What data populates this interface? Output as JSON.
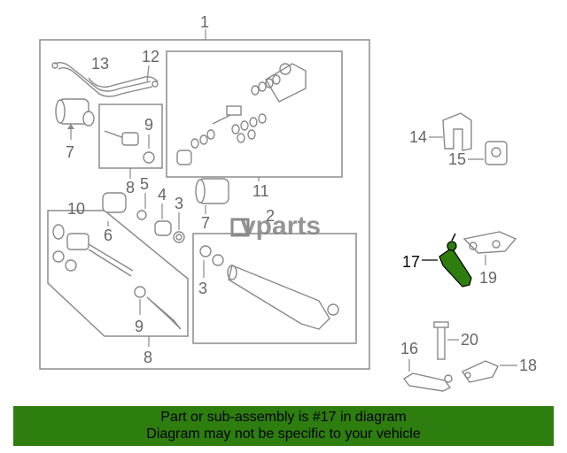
{
  "diagram": {
    "watermark": "vparts",
    "callouts": {
      "c1": "1",
      "c2": "2",
      "c3a": "3",
      "c3b": "3",
      "c4": "4",
      "c5": "5",
      "c6": "6",
      "c7a": "7",
      "c7b": "7",
      "c8a": "8",
      "c8b": "8",
      "c9a": "9",
      "c9b": "9",
      "c10": "10",
      "c11": "11",
      "c12": "12",
      "c13": "13",
      "c14": "14",
      "c15": "15",
      "c16": "16",
      "c17": "17",
      "c18": "18",
      "c19": "19",
      "c20": "20"
    },
    "highlight_color": "#2e7d0f"
  },
  "footer": {
    "line1": "Part or sub-assembly is #17 in diagram",
    "line2": "Diagram may not be specific to your vehicle",
    "background": "#2e7d0f"
  }
}
